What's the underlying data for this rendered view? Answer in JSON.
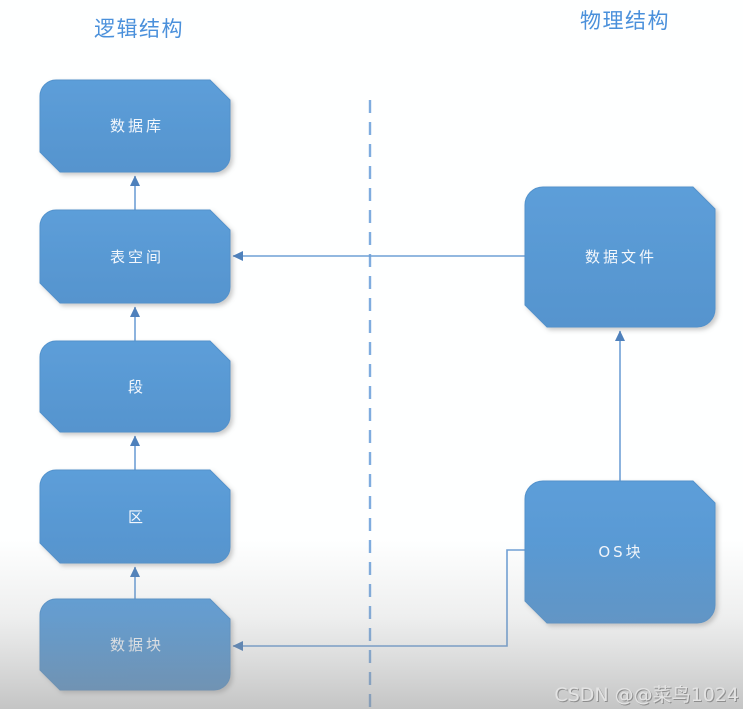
{
  "titles": {
    "logical": "逻辑结构",
    "physical": "物理结构"
  },
  "nodes": {
    "database": {
      "label": "数据库"
    },
    "tablespace": {
      "label": "表空间"
    },
    "segment": {
      "label": "段"
    },
    "extent": {
      "label": "区"
    },
    "datablock": {
      "label": "数据块"
    },
    "datafile": {
      "label": "数据文件"
    },
    "osblock": {
      "label": "OS块"
    }
  },
  "edges": [
    {
      "from": "tablespace",
      "to": "database"
    },
    {
      "from": "segment",
      "to": "tablespace"
    },
    {
      "from": "extent",
      "to": "segment"
    },
    {
      "from": "datablock",
      "to": "extent"
    },
    {
      "from": "osblock",
      "to": "datafile"
    },
    {
      "from": "datafile",
      "to": "tablespace"
    },
    {
      "from": "osblock",
      "to": "datablock"
    }
  ],
  "watermark": "CSDN @@菜鸟1024",
  "colors": {
    "box_fill": "#5B9BD5",
    "box_text": "#F3F7FC",
    "connector_line": "#6FA0D6",
    "arrowhead": "#4E81BC",
    "dashed_divider": "#7FACDF",
    "title_text": "#4A90DB",
    "watermark_text": "#E3E3E3"
  }
}
